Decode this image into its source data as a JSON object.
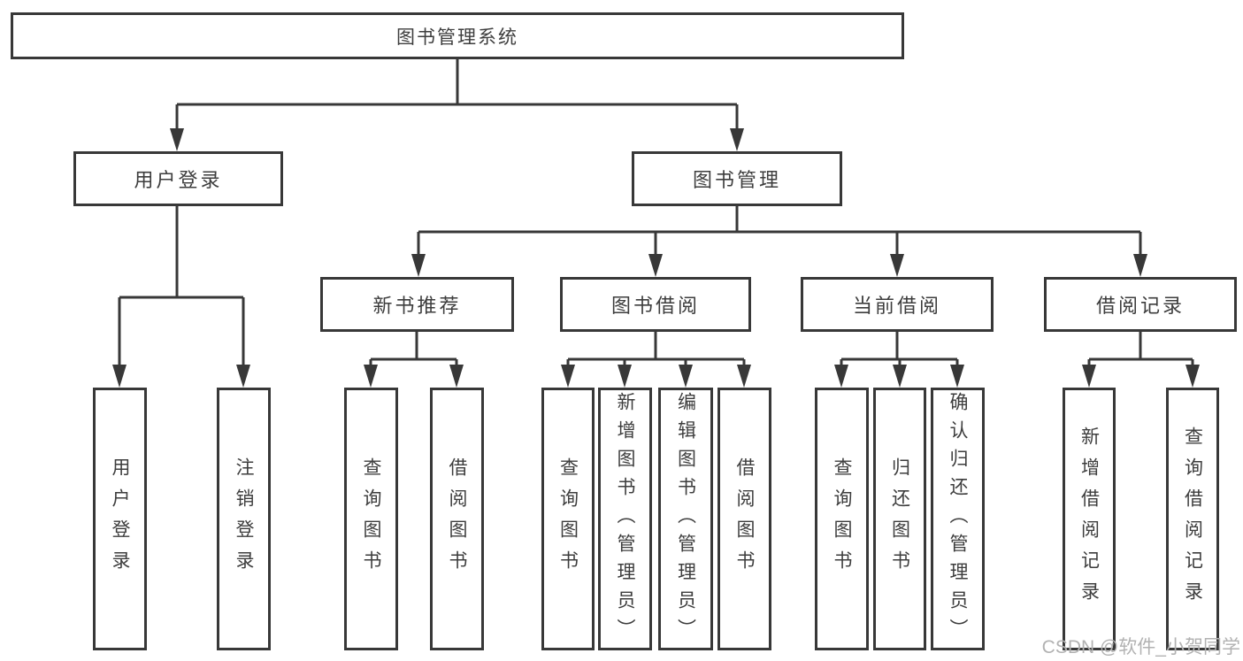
{
  "colors": {
    "line": "#383838",
    "text": "#3d3d3d",
    "watermark": "#b2b2b2",
    "background": "#ffffff"
  },
  "watermark": {
    "text": "CSDN @软件_小贺同学"
  },
  "diagram": {
    "root": {
      "label": "图书管理系统"
    },
    "branches": [
      {
        "label": "用户登录",
        "children": [
          {
            "label": "用户登录"
          },
          {
            "label": "注销登录"
          }
        ]
      },
      {
        "label": "图书管理",
        "children": [
          {
            "label": "新书推荐",
            "children": [
              {
                "label": "查询图书"
              },
              {
                "label": "借阅图书"
              }
            ]
          },
          {
            "label": "图书借阅",
            "children": [
              {
                "label": "查询图书"
              },
              {
                "label": "新增图书（管理员）"
              },
              {
                "label": "编辑图书（管理员）"
              },
              {
                "label": "借阅图书"
              }
            ]
          },
          {
            "label": "当前借阅",
            "children": [
              {
                "label": "查询图书"
              },
              {
                "label": "归还图书"
              },
              {
                "label": "确认归还（管理员）"
              }
            ]
          },
          {
            "label": "借阅记录",
            "children": [
              {
                "label": "新增借阅记录"
              },
              {
                "label": "查询借阅记录"
              }
            ]
          }
        ]
      }
    ]
  }
}
